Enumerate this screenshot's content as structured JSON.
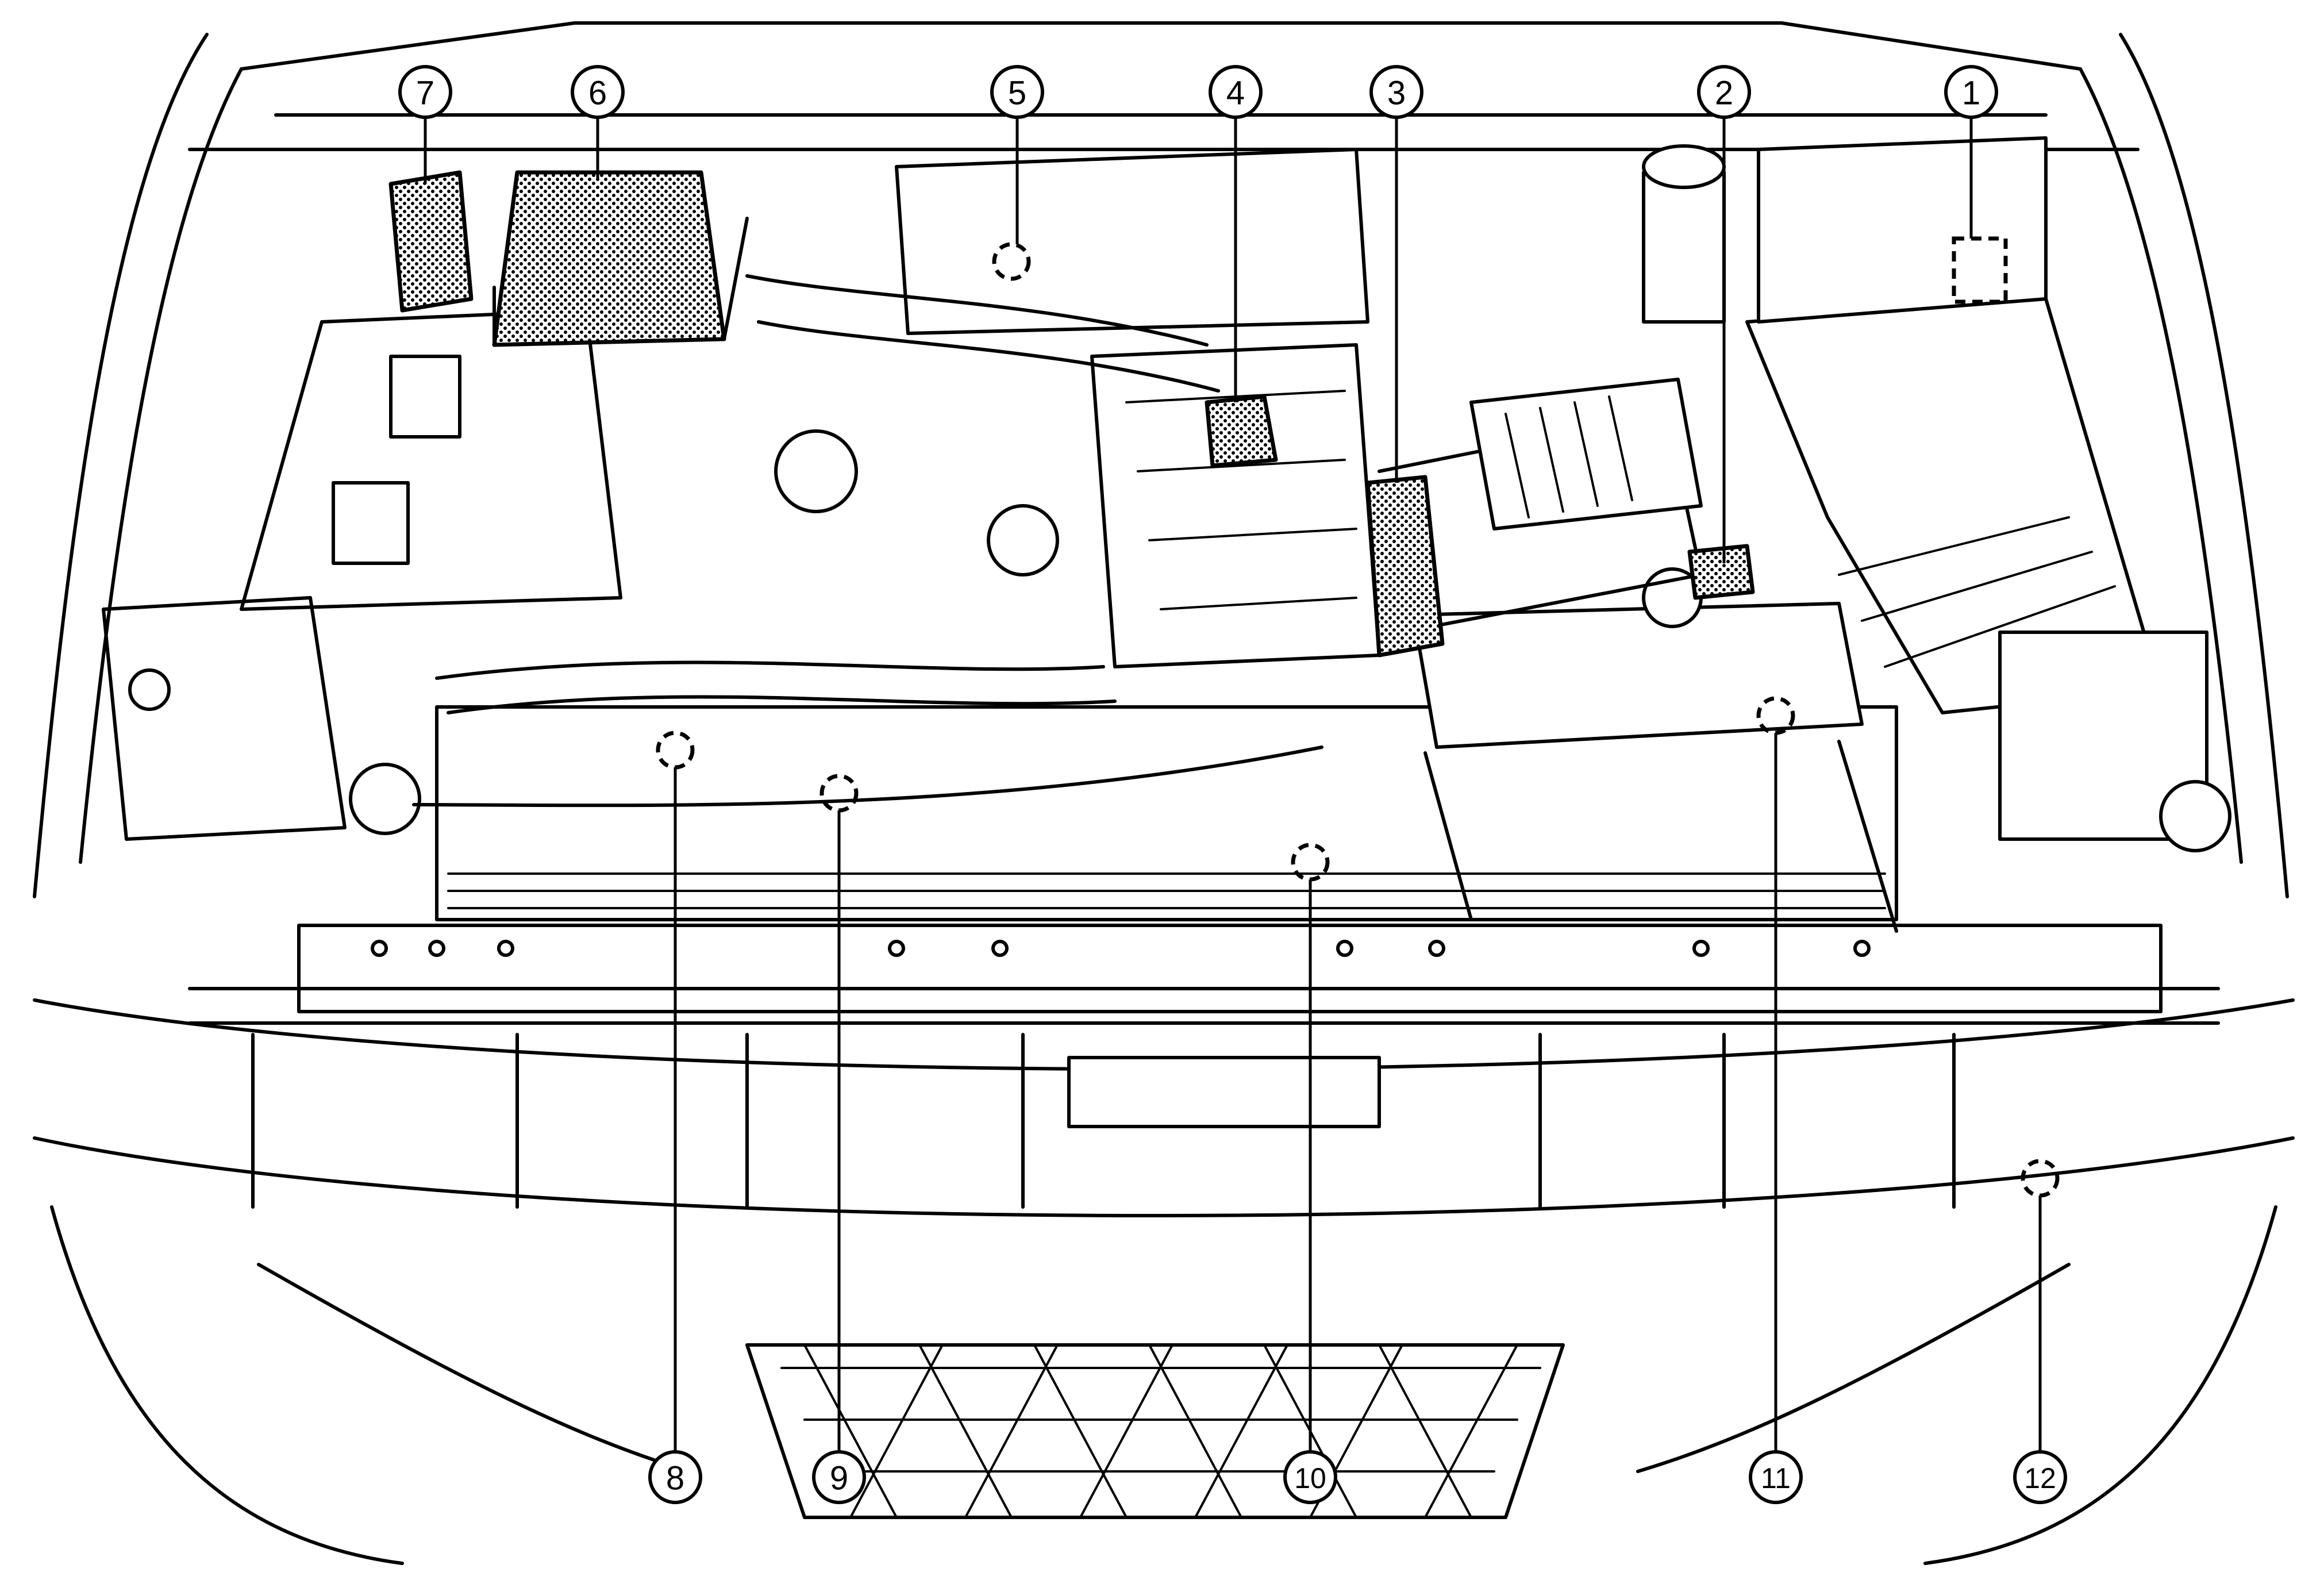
{
  "diagram": {
    "callouts": [
      {
        "label": "1"
      },
      {
        "label": "2"
      },
      {
        "label": "3"
      },
      {
        "label": "4"
      },
      {
        "label": "5"
      },
      {
        "label": "6"
      },
      {
        "label": "7"
      },
      {
        "label": "8"
      },
      {
        "label": "9"
      },
      {
        "label": "10"
      },
      {
        "label": "11"
      },
      {
        "label": "12"
      }
    ]
  }
}
